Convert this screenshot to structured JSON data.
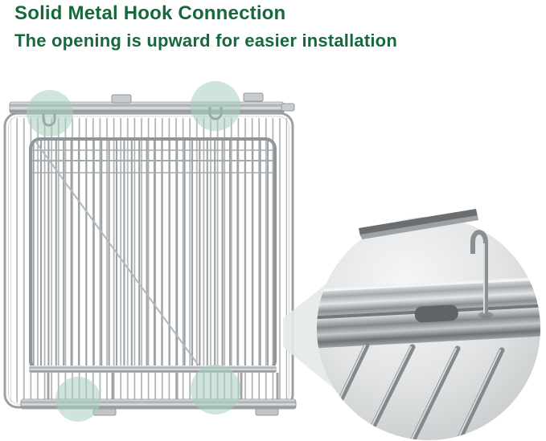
{
  "header": {
    "title": "Solid Metal Hook Connection",
    "subtitle": "The opening is upward for easier installation",
    "text_color": "#16683e"
  },
  "figure": {
    "background": "#ffffff",
    "highlight_color": "#a8cfc0",
    "metal_color": "#a6aaad",
    "elements": {
      "grid_panel": "chrome wire grid panel",
      "highlight_circle_count": 4,
      "zoom_inset": "close-up of solid metal hook with upward opening"
    }
  }
}
